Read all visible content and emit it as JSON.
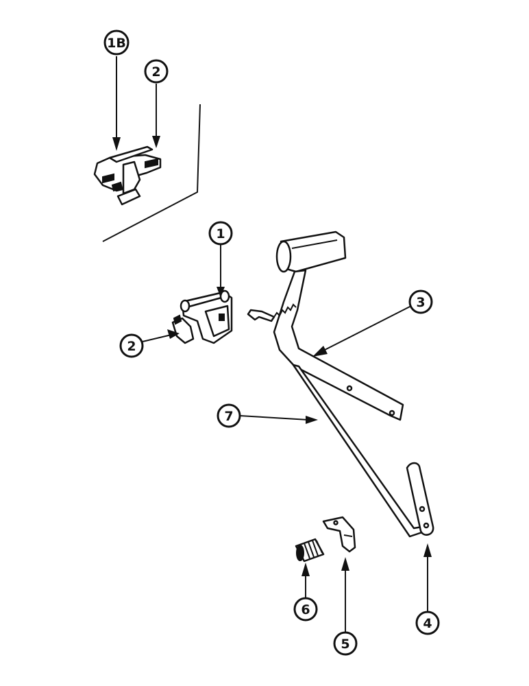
{
  "callouts": {
    "c1b": "1B",
    "c2a": "2",
    "c1": "1",
    "c2b": "2",
    "c3": "3",
    "c7": "7",
    "c6": "6",
    "c5": "5",
    "c4": "4"
  },
  "colors": {
    "ink": "#111111",
    "paper": "#ffffff"
  }
}
